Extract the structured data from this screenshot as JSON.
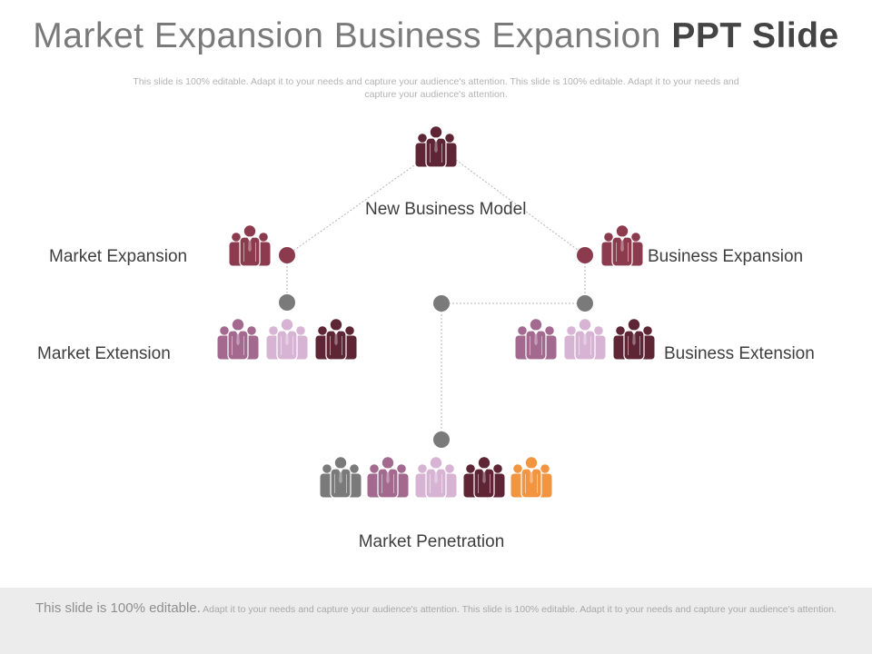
{
  "title": {
    "regular": "Market Expansion Business Expansion",
    "bold": "PPT Slide"
  },
  "subtitle": "This slide is 100% editable. Adapt it to your needs and capture your audience's attention. This slide is 100% editable. Adapt it to your needs and capture your audience's attention.",
  "labels": {
    "new_business_model": "New Business Model",
    "market_expansion": "Market Expansion",
    "business_expansion": "Business Expansion",
    "market_extension": "Market Extension",
    "business_extension": "Business Extension",
    "market_penetration": "Market Penetration"
  },
  "footer": {
    "lead": "This slide is 100% editable.",
    "text": "Adapt it to your needs and capture your audience's attention. This slide is 100% editable. Adapt it to your needs and capture your audience's attention."
  },
  "colors": {
    "dark_maroon": "#5e2535",
    "maroon": "#8c3b4f",
    "mauve": "#a3698f",
    "pink": "#d8b4d4",
    "gray": "#7a7a7a",
    "orange": "#f29440",
    "connector_line": "#b5b5b5"
  },
  "icons": {
    "top": [
      "dark_maroon"
    ],
    "market_expansion": [
      "maroon"
    ],
    "business_expansion": [
      "maroon"
    ],
    "market_extension": [
      "mauve",
      "pink",
      "dark_maroon"
    ],
    "business_extension": [
      "mauve",
      "pink",
      "dark_maroon"
    ],
    "market_penetration": [
      "gray",
      "mauve",
      "pink",
      "dark_maroon",
      "orange"
    ]
  },
  "icon_name": "people-group-icon"
}
